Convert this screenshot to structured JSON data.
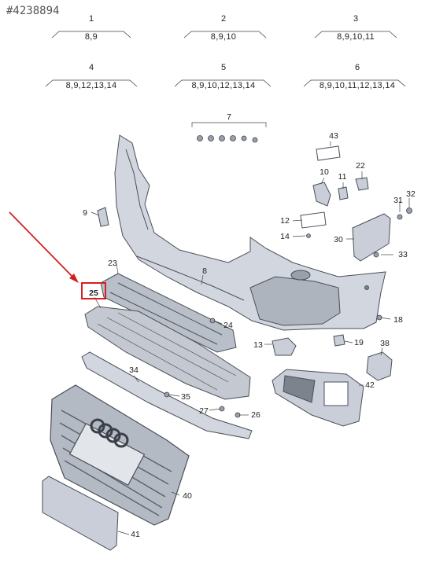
{
  "reference_id": "#4238894",
  "variant_groups": [
    {
      "number": "1",
      "codes": "8,9"
    },
    {
      "number": "2",
      "codes": "8,9,10"
    },
    {
      "number": "3",
      "codes": "8,9,10,11"
    },
    {
      "number": "4",
      "codes": "8,9,12,13,14"
    },
    {
      "number": "5",
      "codes": "8,9,10,12,13,14"
    },
    {
      "number": "6",
      "codes": "8,9,10,11,12,13,14"
    }
  ],
  "callouts": [
    "7",
    "43",
    "10",
    "11",
    "22",
    "32",
    "31",
    "9",
    "12",
    "14",
    "30",
    "33",
    "23",
    "8",
    "25",
    "24",
    "18",
    "13",
    "19",
    "38",
    "34",
    "42",
    "35",
    "27",
    "26",
    "40",
    "41"
  ],
  "highlighted_part": "25",
  "colors": {
    "part_fill": "#c9ced8",
    "part_stroke": "#4a4f58",
    "highlight": "#d42020"
  }
}
